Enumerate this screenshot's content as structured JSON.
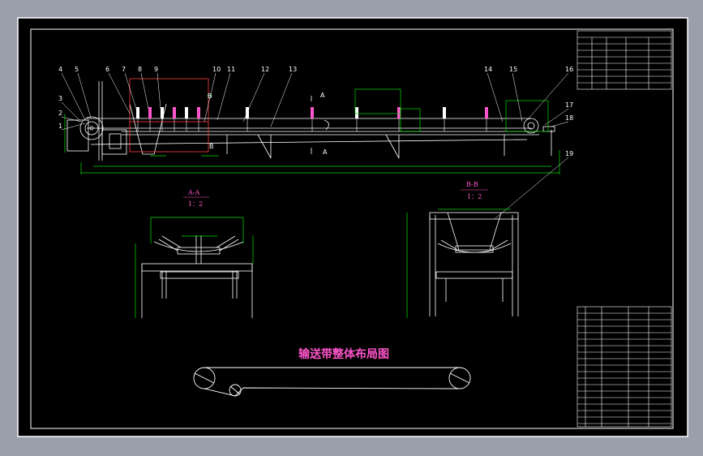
{
  "drawing": {
    "title": "输送带整体布局图",
    "part_numbers": [
      "1",
      "2",
      "3",
      "4",
      "5",
      "6",
      "7",
      "8",
      "9",
      "10",
      "11",
      "12",
      "13",
      "14",
      "15",
      "16",
      "17",
      "18",
      "19"
    ],
    "section_aa": {
      "label": "A-A",
      "scale": "1：2"
    },
    "section_bb": {
      "label": "B-B",
      "scale": "1：2"
    },
    "section_marks": [
      "A",
      "A",
      "B",
      "B"
    ]
  },
  "colors": {
    "paper": "#000000",
    "line": "#ffffff",
    "dimension": "#00e000",
    "detail": "#ff4040",
    "text": "#ff55cc",
    "label": "#ffffff",
    "background": "#9aa0ab"
  }
}
